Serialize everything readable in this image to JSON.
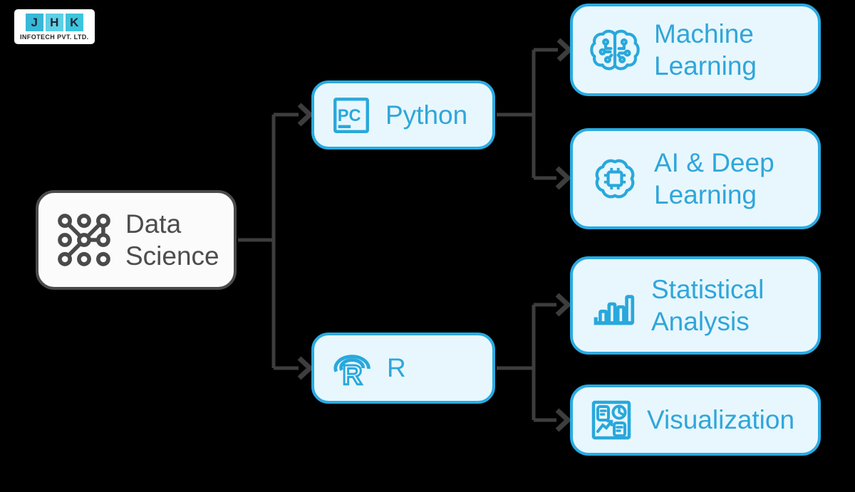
{
  "logo": {
    "letters": [
      "J",
      "H",
      "K"
    ],
    "subtitle": "INFOTECH PVT. LTD."
  },
  "diagram": {
    "root": {
      "label": "Data Science",
      "icon": "network-nodes-icon"
    },
    "python": {
      "label": "Python",
      "icon": "pycharm-icon"
    },
    "r": {
      "label": "R",
      "icon": "r-language-icon"
    },
    "ml": {
      "label": "Machine Learning",
      "icon": "brain-circuit-icon"
    },
    "ai": {
      "label": "AI & Deep Learning",
      "icon": "ai-chip-brain-icon"
    },
    "stat": {
      "label": "Statistical Analysis",
      "icon": "bar-chart-icon"
    },
    "vis": {
      "label": "Visualization",
      "icon": "dashboard-report-icon"
    }
  },
  "icon_text": {
    "pycharm": "PC",
    "r": "R"
  },
  "colors": {
    "background": "#000000",
    "accent_cyan_border": "#29abe2",
    "node_fill_cyan": "#e8f7fd",
    "text_cyan": "#2fa6da",
    "root_border": "#4a4a4a",
    "root_fill": "#fbfbfb",
    "root_text": "#4d4d4d",
    "connector": "#3d3d3d",
    "logo_tile_cyan": "#3cc4de"
  }
}
